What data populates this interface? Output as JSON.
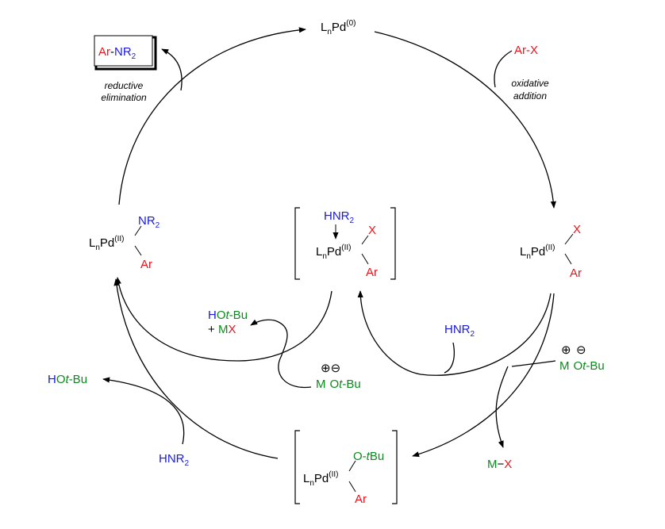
{
  "colors": {
    "black": "#000000",
    "red": "#e8141c",
    "blue": "#1a1adc",
    "green": "#0c8a1e"
  },
  "pd0": {
    "base": "L",
    "n": "n",
    "pd": "Pd",
    "ox": "(0)"
  },
  "product": {
    "ar": "Ar",
    "dash": "-",
    "n": "NR",
    "two": "2"
  },
  "reductive": {
    "line1": "reductive",
    "line2": "elimination"
  },
  "oxidative": {
    "line1": "oxidative",
    "line2": "addition"
  },
  "arx": "Ar-X",
  "right_complex": {
    "base": "L",
    "n": "n",
    "pd": "Pd",
    "ox": "(II)",
    "x": "X",
    "ar": "Ar"
  },
  "left_complex": {
    "base": "L",
    "n": "n",
    "pd": "Pd",
    "ox": "(II)",
    "nr": "NR",
    "two": "2",
    "ar": "Ar"
  },
  "center_complex": {
    "h": "H",
    "nr": "NR",
    "two": "2",
    "base": "L",
    "n": "n",
    "pd": "Pd",
    "ox": "(II)",
    "x": "X",
    "ar": "Ar"
  },
  "bottom_complex": {
    "base": "L",
    "n": "n",
    "pd": "Pd",
    "ox": "(II)",
    "o": "O-",
    "t": "t",
    "bu": "Bu",
    "ar": "Ar"
  },
  "hotbu_inner": {
    "h": "H",
    "o": "O",
    "t": "t",
    "bu": "-Bu",
    "plus": "+ ",
    "m": "M",
    "x": "X"
  },
  "motbu_inner": {
    "charges": "⊕⊖",
    "m": "M",
    "o": "O",
    "t": "t",
    "bu": "-Bu"
  },
  "hotbu_left": {
    "h": "H",
    "o": "O",
    "t": "t",
    "bu": "-Bu"
  },
  "hnr2_left": {
    "h": "H",
    "nr": "NR",
    "two": "2"
  },
  "hnr2_inner": {
    "h": "H",
    "nr": "NR",
    "two": "2"
  },
  "motbu_right": {
    "plus": "⊕",
    "minus": "⊖",
    "m": "M",
    "o": "O",
    "t": "t",
    "bu": "-Bu"
  },
  "mx": {
    "m": "M",
    "dash": "−",
    "x": "X"
  }
}
